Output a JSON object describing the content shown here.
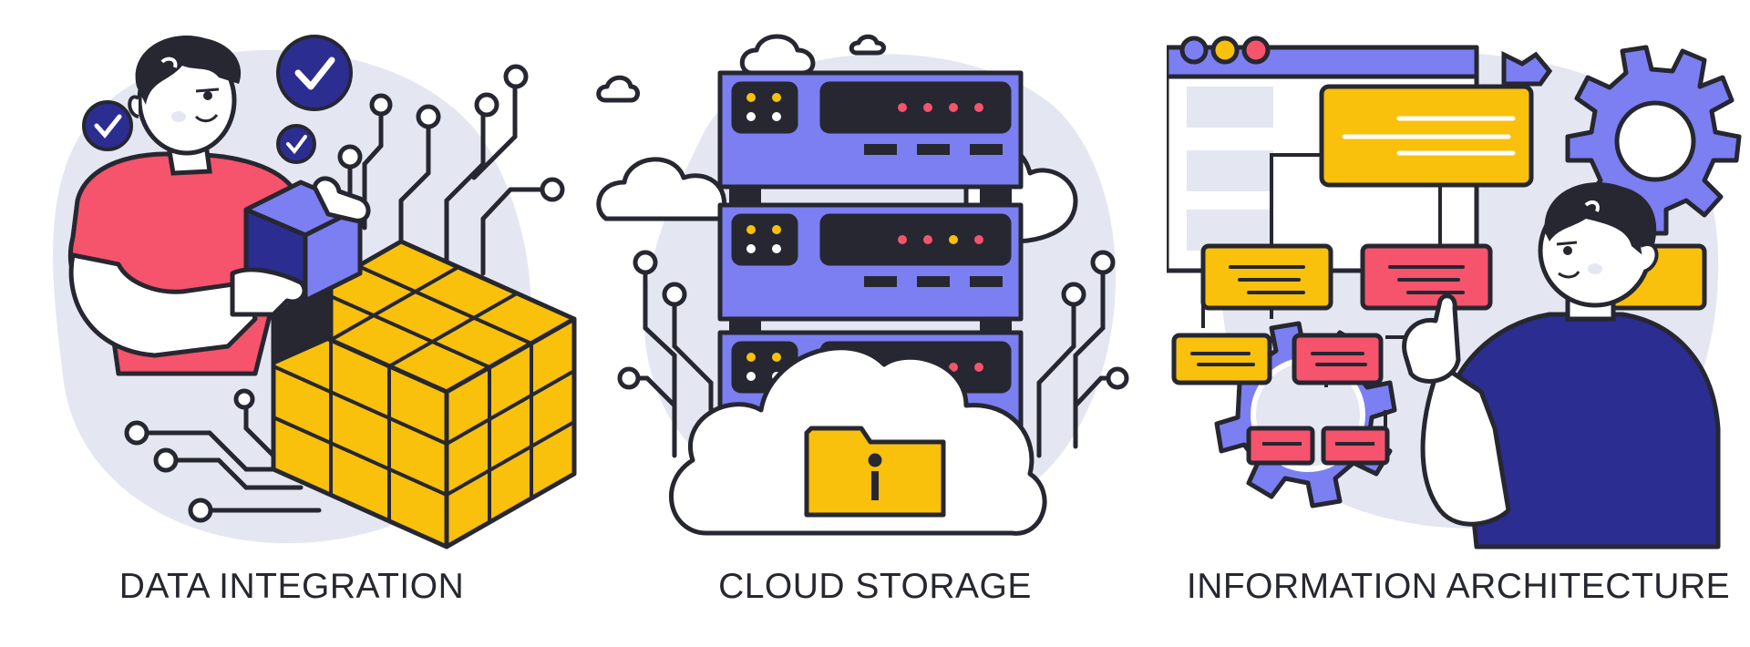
{
  "panels": [
    {
      "caption": "DATA INTEGRATION",
      "illustration": "person-assembling-cube"
    },
    {
      "caption": "CLOUD STORAGE",
      "illustration": "server-rack-with-clouds"
    },
    {
      "caption": "INFORMATION ARCHITECTURE",
      "illustration": "person-with-sitemap-and-gears"
    }
  ],
  "icons": [
    "check-icon",
    "cloud-icon",
    "folder-icon",
    "gear-icon",
    "circuit-icon",
    "browser-window-icon"
  ],
  "colors": {
    "outline": "#262730",
    "yellow": "#f9c00c",
    "periwinkle": "#7b7ff2",
    "navy": "#2b2d91",
    "coral": "#f6536c",
    "blob": "#e4e7f1",
    "white": "#ffffff"
  }
}
